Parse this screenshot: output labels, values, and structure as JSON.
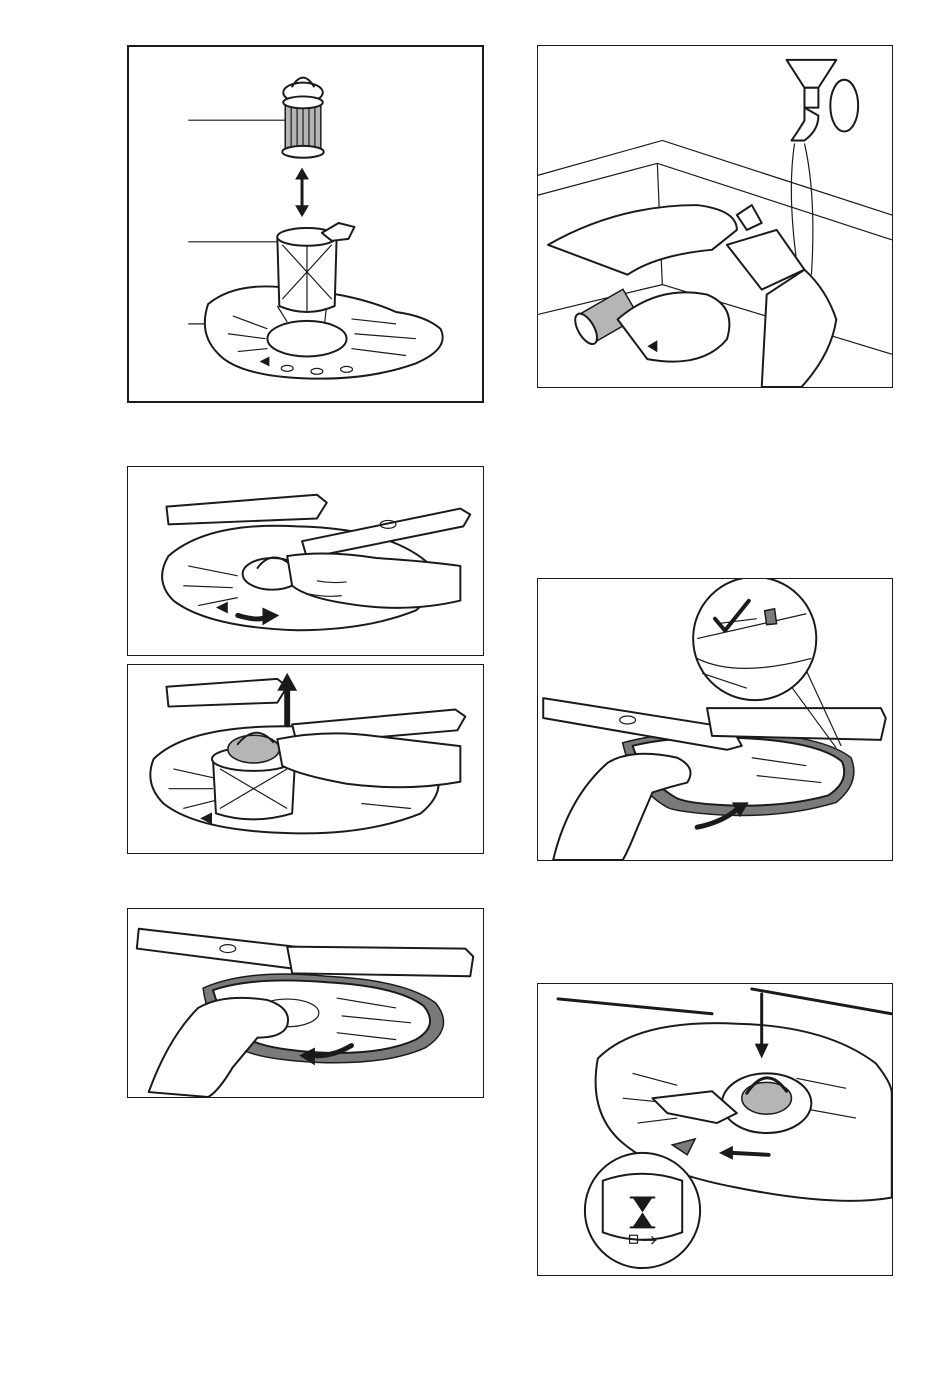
{
  "figures": [
    {
      "id": "fig-filter-parts",
      "depicts": "filter-assembly-exploded"
    },
    {
      "id": "fig-turn-handle",
      "depicts": "turn-filter-handle"
    },
    {
      "id": "fig-lift-filter",
      "depicts": "lift-filter-out"
    },
    {
      "id": "fig-remove-flat-filter",
      "depicts": "remove-flat-filter"
    },
    {
      "id": "fig-rinse-filters",
      "depicts": "rinse-filters-under-tap"
    },
    {
      "id": "fig-refit-flat-filter",
      "depicts": "refit-flat-filter-check"
    },
    {
      "id": "fig-lock-filter",
      "depicts": "insert-and-lock-filter"
    }
  ],
  "colors": {
    "line": "#1a1a1a",
    "gasket": "#7a7a7a",
    "mesh": "#b5b5b5",
    "background": "#ffffff"
  },
  "icons": [
    "double-arrow-icon",
    "arrow-right-icon",
    "arrow-up-icon",
    "arrow-curved-icon",
    "checkmark-icon",
    "arrow-down-icon",
    "arrow-left-icon",
    "lock-hourglass-icon"
  ]
}
